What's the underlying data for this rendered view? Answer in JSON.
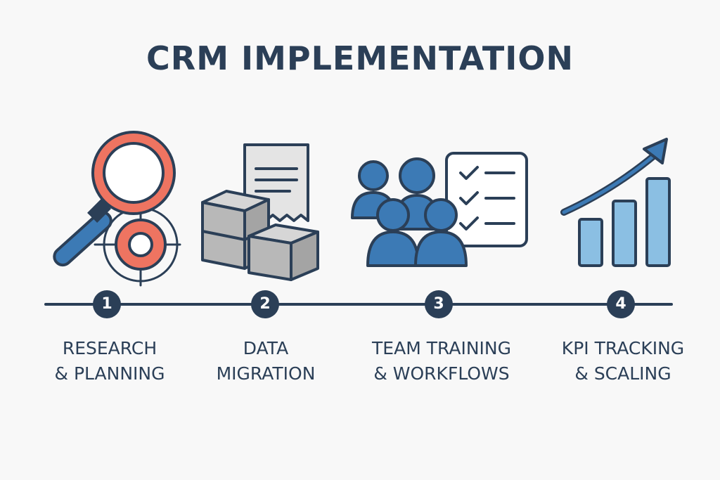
{
  "title": "CRM IMPLEMENTATION",
  "colors": {
    "navy": "#2b3f57",
    "coral": "#ee7461",
    "blue": "#3c7ab5",
    "light_blue": "#8bbfe3",
    "gray": "#c9c9c9"
  },
  "steps": [
    {
      "number": "1",
      "label_line1": "RESEARCH",
      "label_line2": "& PLANNING",
      "icon": "magnifier-target-icon"
    },
    {
      "number": "2",
      "label_line1": "DATA",
      "label_line2": "MIGRATION",
      "icon": "boxes-document-icon"
    },
    {
      "number": "3",
      "label_line1": "TEAM TRAINING",
      "label_line2": "& WORKFLOWS",
      "icon": "team-checklist-icon"
    },
    {
      "number": "4",
      "label_line1": "KPI TRACKING",
      "label_line2": "& SCALING",
      "icon": "growth-chart-icon"
    }
  ]
}
